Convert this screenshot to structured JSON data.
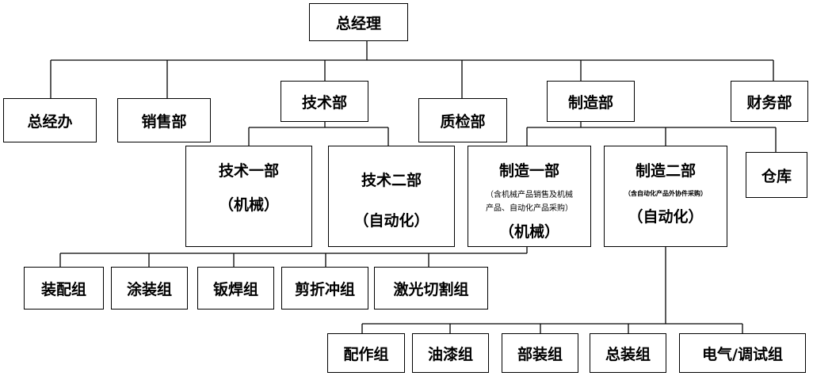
{
  "chart": {
    "ceo": "总经理",
    "departments": {
      "general_office": "总经办",
      "sales": "销售部",
      "tech": "技术部",
      "qc": "质检部",
      "manufacturing": "制造部",
      "finance": "财务部"
    },
    "tech_units": {
      "tech1": {
        "name": "技术一部",
        "sub": "（机械）"
      },
      "tech2": {
        "name": "技术二部",
        "sub": "（自动化）"
      }
    },
    "mfg_units": {
      "mfg1": {
        "name": "制造一部",
        "note1": "（含机械产品销售及机械",
        "note2": "产品、自动化产品采购）",
        "sub": "（机械）"
      },
      "mfg2": {
        "name": "制造二部",
        "note": "（含自动化产品外协件采购）",
        "sub": "（自动化）"
      },
      "warehouse": "仓库"
    },
    "mfg1_groups": [
      "装配组",
      "涂装组",
      "钣焊组",
      "剪折冲组",
      "激光切割组"
    ],
    "mfg2_groups": [
      "配作组",
      "油漆组",
      "部装组",
      "总装组",
      "电气/调试组"
    ]
  }
}
